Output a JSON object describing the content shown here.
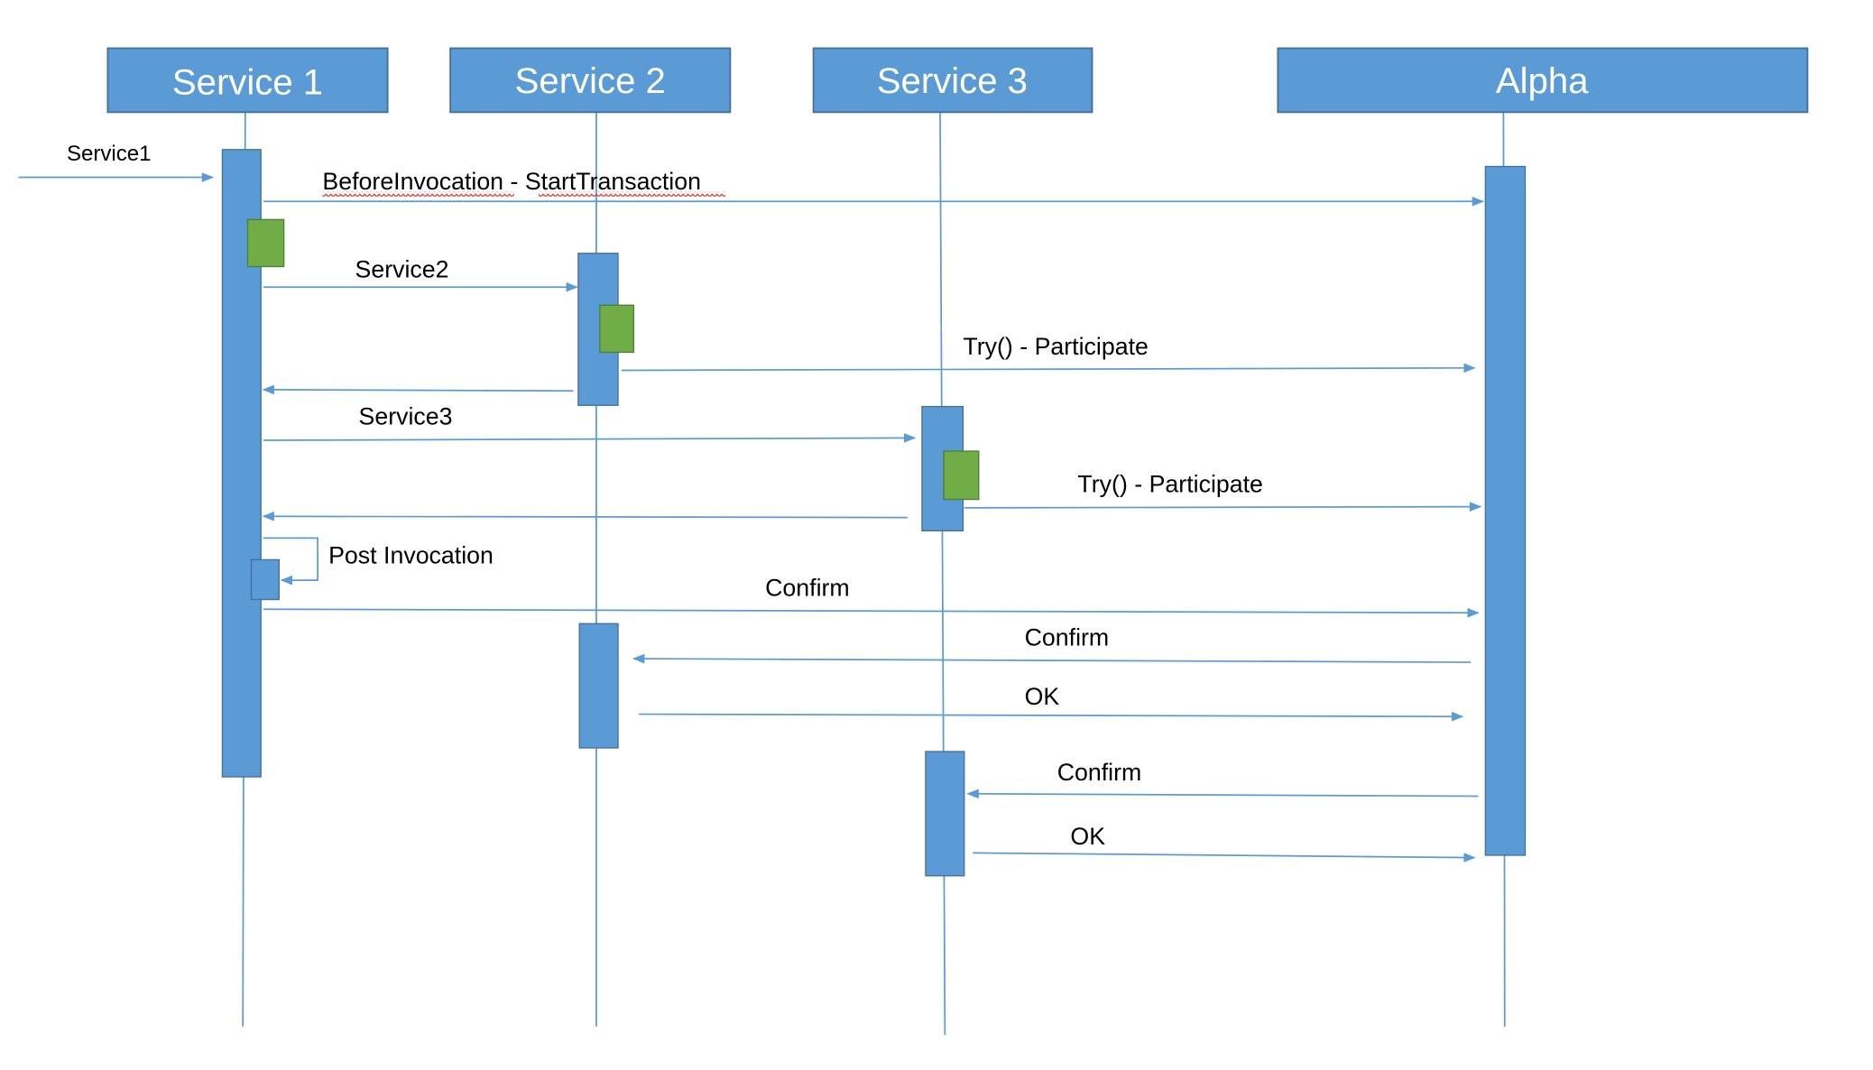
{
  "colors": {
    "lane": "#5b9bd5",
    "highlight": "#70ad47"
  },
  "participants": [
    {
      "name": "Service 1"
    },
    {
      "name": "Service 2"
    },
    {
      "name": "Service 3"
    },
    {
      "name": "Alpha"
    }
  ],
  "messages": [
    {
      "label": "Service1"
    },
    {
      "label": "BeforeInvocation - StartTransaction"
    },
    {
      "label": "Service2"
    },
    {
      "label": "Try() - Participate"
    },
    {
      "label": "Service3"
    },
    {
      "label": "Try() - Participate"
    },
    {
      "label": "Post Invocation"
    },
    {
      "label": "Confirm"
    },
    {
      "label": "Confirm"
    },
    {
      "label": "OK"
    },
    {
      "label": "Confirm"
    },
    {
      "label": "OK"
    }
  ]
}
